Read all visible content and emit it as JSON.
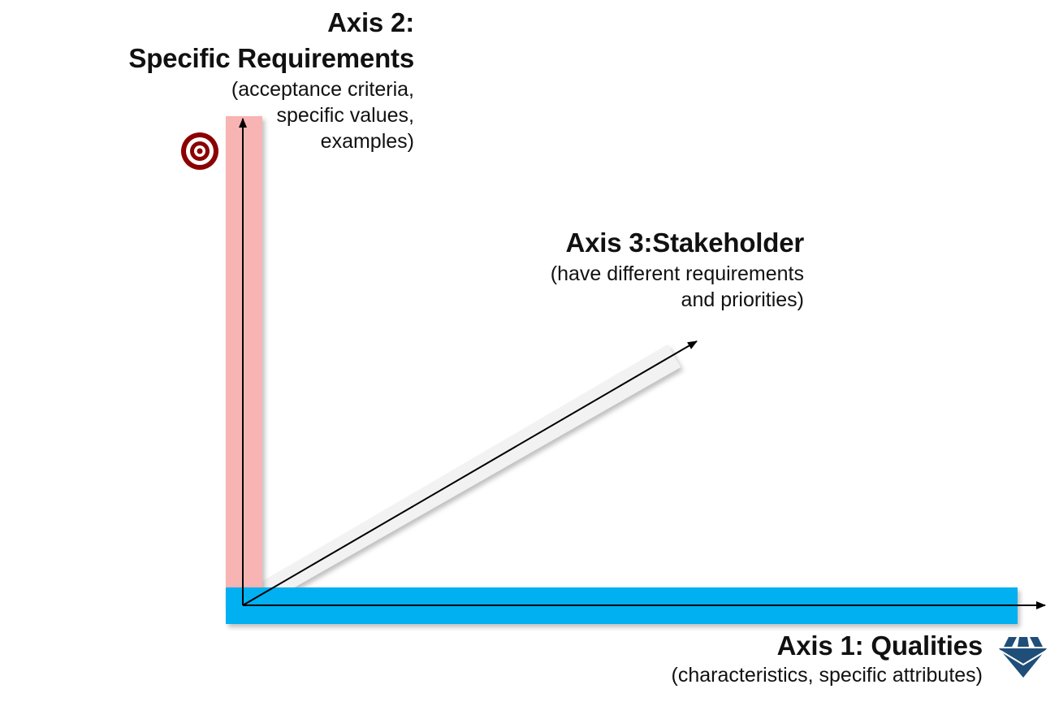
{
  "axis2": {
    "title_line1": "Axis 2:",
    "title_line2": "Specific Requirements",
    "desc_line1": "(acceptance criteria,",
    "desc_line2": "specific values,",
    "desc_line3": "examples)",
    "band_color": "#F8B3B3",
    "icon": "target-icon",
    "icon_color": "#8B0000"
  },
  "axis3": {
    "title": "Axis 3:Stakeholder",
    "desc_line1": "(have different requirements",
    "desc_line2": "and priorities)",
    "band_color": "#F2F2F2"
  },
  "axis1": {
    "title": "Axis 1: Qualities",
    "desc": "(characteristics, specific attributes)",
    "band_color": "#00B0F0",
    "icon": "diamond-logo-icon",
    "icon_color": "#1F4E79"
  },
  "arrow_color": "#000000"
}
